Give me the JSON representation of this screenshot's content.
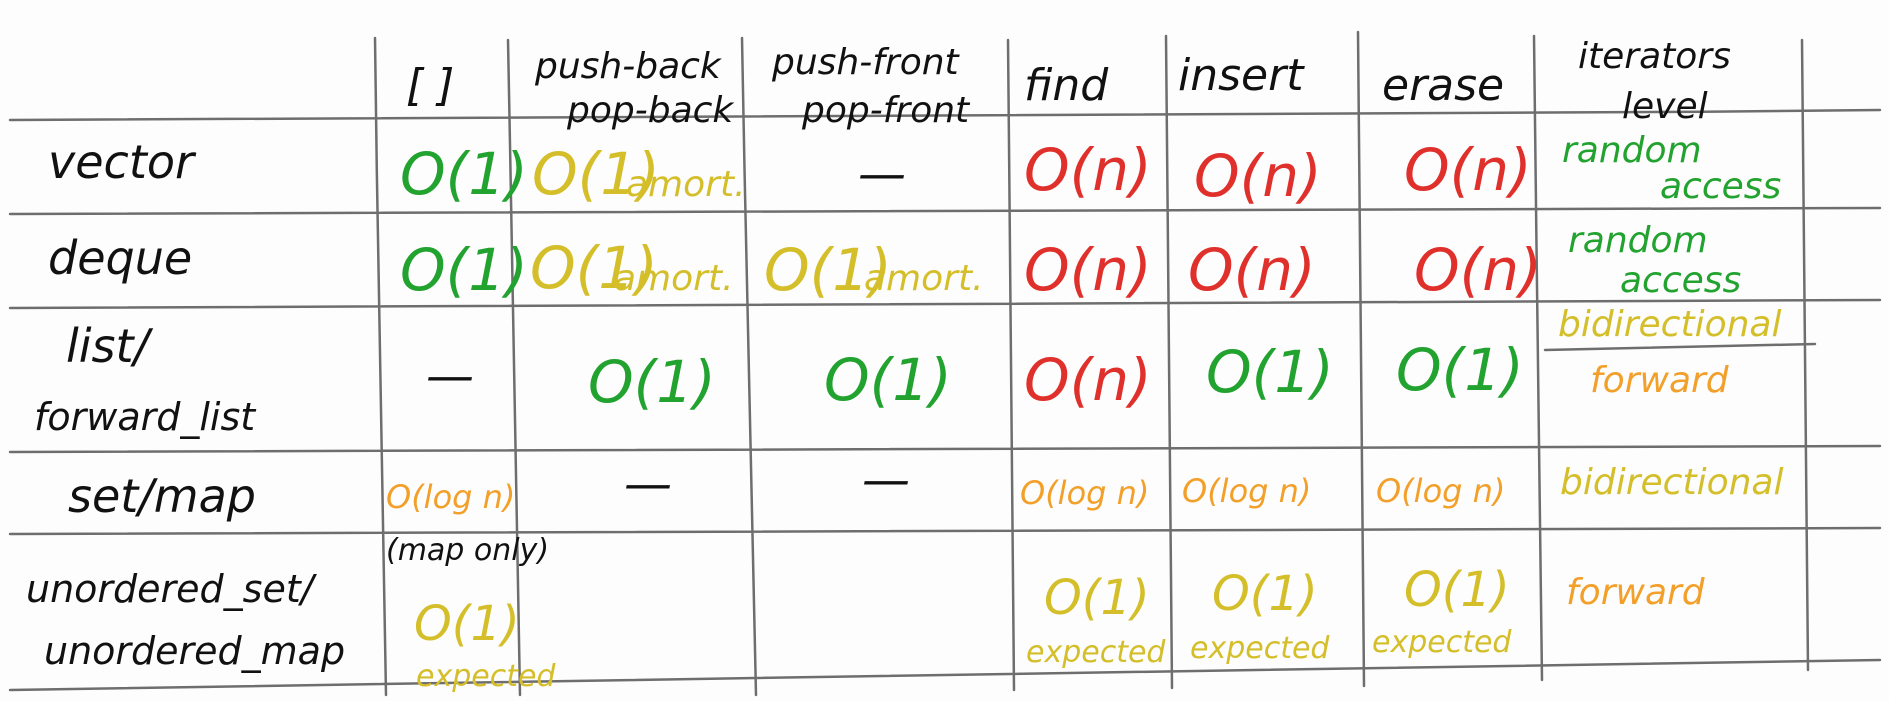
{
  "colors": {
    "ink": "#111111",
    "green": "#22a22f",
    "red": "#e0302b",
    "yellow": "#d4be2a",
    "orange": "#f2a02a",
    "grid": "#6e6e6e"
  },
  "headers": {
    "brackets": "[ ]",
    "push_back": "push-back",
    "pop_back": "pop-back",
    "push_front": "push-front",
    "pop_front": "pop-front",
    "find": "find",
    "insert": "insert",
    "erase": "erase",
    "iterators": "iterators",
    "level": "level"
  },
  "rows": {
    "vector": {
      "label": "vector",
      "brackets": "O(1)",
      "push_back": "O(1)",
      "push_back_note": "amort.",
      "push_front": "—",
      "find": "O(n)",
      "insert": "O(n)",
      "erase": "O(n)",
      "iter_line1": "random",
      "iter_line2": "access"
    },
    "deque": {
      "label": "deque",
      "brackets": "O(1)",
      "push_back": "O(1)",
      "push_back_note": "amort.",
      "push_front": "O(1)",
      "push_front_note": "amort.",
      "find": "O(n)",
      "insert": "O(n)",
      "erase": "O(n)",
      "iter_line1": "random",
      "iter_line2": "access"
    },
    "list": {
      "label_line1": "list/",
      "label_line2": "forward_list",
      "brackets": "—",
      "push_back": "O(1)",
      "push_front": "O(1)",
      "find": "O(n)",
      "insert": "O(1)",
      "erase": "O(1)",
      "iter_line1": "bidirectional",
      "iter_line2": "forward"
    },
    "set_map": {
      "label": "set/map",
      "brackets": "O(log n)",
      "brackets_note": "(map only)",
      "push_back": "—",
      "push_front": "—",
      "find": "O(log n)",
      "insert": "O(log n)",
      "erase": "O(log n)",
      "iter": "bidirectional"
    },
    "unordered": {
      "label_line1": "unordered_set/",
      "label_line2": "unordered_map",
      "brackets": "O(1)",
      "brackets_note": "expected",
      "find": "O(1)",
      "find_note": "expected",
      "insert": "O(1)",
      "insert_note": "expected",
      "erase": "O(1)",
      "erase_note": "expected",
      "iter": "forward"
    }
  }
}
